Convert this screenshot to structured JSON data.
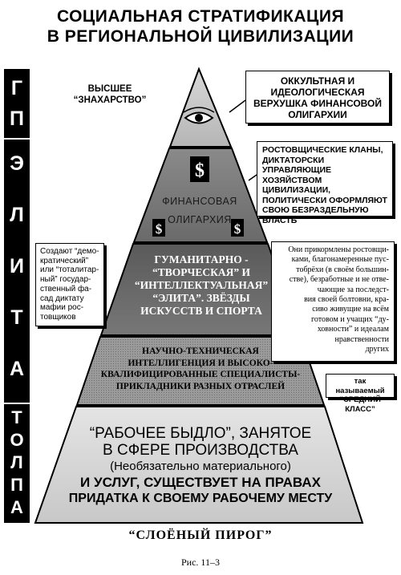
{
  "title": {
    "line1": "СОЦИАЛЬНАЯ СТРАТИФИКАЦИЯ",
    "line2": "В РЕГИОНАЛЬНОЙ ЦИВИЛИЗАЦИИ"
  },
  "side": {
    "elite_top": [
      "Г",
      "П"
    ],
    "elite": [
      "Э",
      "Л",
      "И",
      "Т",
      "А"
    ],
    "crowd": [
      "Т",
      "О",
      "Л",
      "П",
      "А"
    ]
  },
  "tiers": {
    "top_label": "ВЫСШЕЕ\n“ЗНАХАРСТВО”",
    "eye_icon": "eye-icon",
    "dollar_symbol": "$",
    "finance_label": "ФИНАНСОВАЯ\nОЛИГАРХИЯ",
    "elite_label": "ГУМАНИТАРНО -\n“ТВОРЧЕСКАЯ” И\n“ИНТЕЛЛЕКТУАЛЬНАЯ”\n“ЭЛИТА”. ЗВЁЗДЫ\nИСКУССТВ И СПОРТА",
    "middle_label": "НАУЧНО-ТЕХНИЧЕСКАЯ\nИНТЕЛЛИГЕНЦИЯ И ВЫСОКО-\nКВАЛИФИЦИРОВАННЫЕ СПЕЦИАЛИСТЫ-\nПРИКЛАДНИКИ РАЗНЫХ ОТРАСЛЕЙ",
    "base_line1": "“РАБОЧЕЕ БЫДЛО”, ЗАНЯТОЕ",
    "base_line2": "В СФЕРЕ ПРОИЗВОДСТВА",
    "base_line3": "(Необязательно материального)",
    "base_line4": "И УСЛУГ, СУЩЕСТВУЕТ НА ПРАВАХ",
    "base_line5": "ПРИДАТКА  К СВОЕМУ РАБОЧЕМУ МЕСТУ"
  },
  "notes": {
    "occult": "ОККУЛЬТНАЯ И\nИДЕОЛОГИЧЕСКАЯ\nВЕРХУШКА ФИНАНСОВОЙ\nОЛИГАРХИИ",
    "usury": "РОСТОВЩИЧЕСКИЕ КЛАНЫ,\nДИКТАТОРСКИ\nУПРАВЛЯЮЩИЕ\nХОЗЯЙСТВОМ ЦИВИЛИЗАЦИИ,\nПОЛИТИЧЕСКИ ОФОРМЛЯЮТ\nСВОЮ БЕЗРАЗДЕЛЬНУЮ\nВЛАСТЬ",
    "facade": "Создают “демо-\nкратический”\nили “тоталитар-\nный” государ-\nственный фа-\nсад диктату\nмафии рос-\nтовщиков",
    "fed": "Они прикормлены ростовщи-\nками, благонамеренные пус-\nтобрёхи (в своём большин-\nстве), безработные и не отве-\nчающие за последст-\nвия своей болтовни, кра-\nсиво живущие на всём\nготовом и учащих “ду-\nховности” и идеалам\nнравственности\nдругих",
    "middle_class": "так называемый\n“СРЕДНИЙ КЛАСС”"
  },
  "caption": {
    "pie": "“СЛОЁНЫЙ  ПИРОГ”",
    "figure": "Рис. 11–3"
  }
}
